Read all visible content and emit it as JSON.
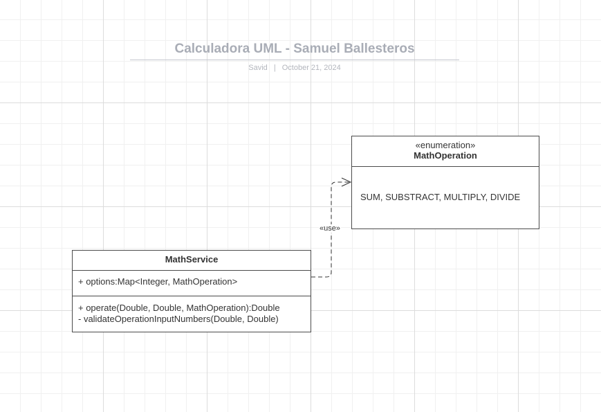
{
  "document": {
    "title": "Calculadora UML - Samuel Ballesteros",
    "author": "Savid",
    "date": "October 21, 2024"
  },
  "diagram": {
    "enumeration": {
      "stereotype": "«enumeration»",
      "name": "MathOperation",
      "values": "SUM, SUBSTRACT, MULTIPLY, DIVIDE"
    },
    "service": {
      "name": "MathService",
      "attributes": [
        "+ options:Map<Integer, MathOperation>"
      ],
      "operations": [
        "+ operate(Double, Double, MathOperation):Double",
        "- validateOperationInputNumbers(Double, Double)"
      ]
    },
    "relation": {
      "label": "«use»",
      "style": "dashed",
      "arrow": "open",
      "from": "MathService",
      "to": "MathOperation"
    }
  },
  "colors": {
    "title": "#a9adb6",
    "border": "#4a4a4a",
    "text": "#333333",
    "grid": "#dcdcdc"
  }
}
